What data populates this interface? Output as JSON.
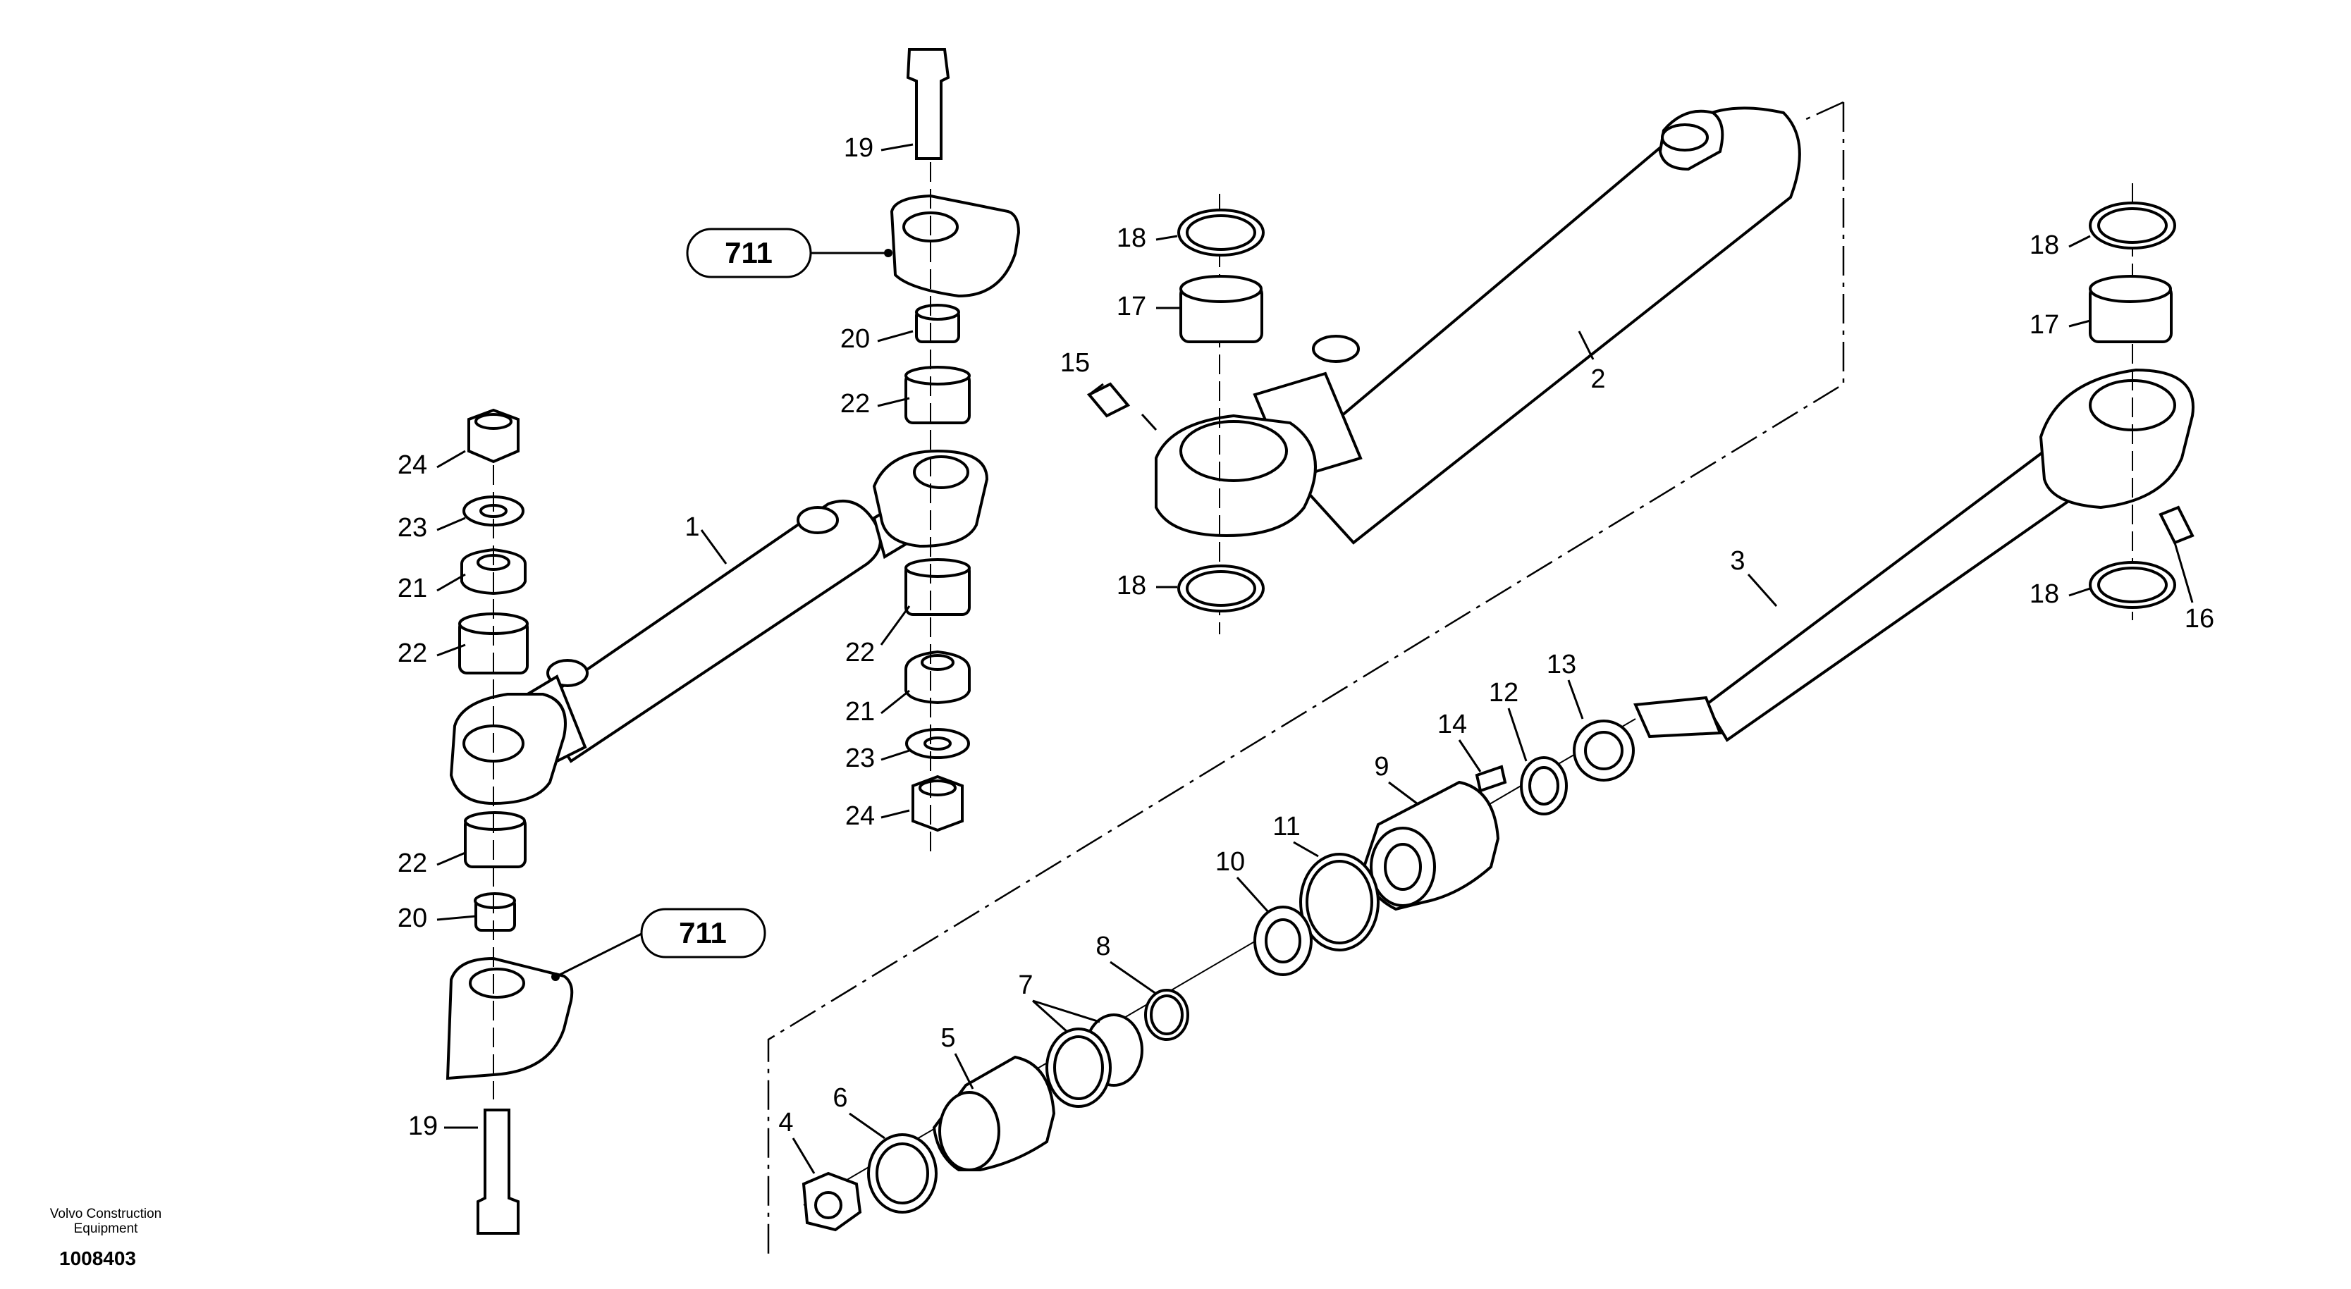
{
  "footer": {
    "brand": "Volvo Construction Equipment",
    "code": "1008403"
  },
  "refs": {
    "upper": "711",
    "lower": "711"
  },
  "callouts": {
    "c19a": "19",
    "c20a": "20",
    "c22a": "22",
    "c24a": "24",
    "c23a": "23",
    "c21a": "21",
    "c22b": "22",
    "c1": "1",
    "c22c": "22",
    "c21b": "21",
    "c23b": "23",
    "c24b": "24",
    "c22d": "22",
    "c20b": "20",
    "c19b": "19",
    "c18a": "18",
    "c17a": "17",
    "c15": "15",
    "c18b": "18",
    "c2": "2",
    "c18c": "18",
    "c17b": "17",
    "c18d": "18",
    "c16": "16",
    "c3": "3",
    "c13": "13",
    "c12": "12",
    "c14": "14",
    "c9": "9",
    "c11": "11",
    "c10": "10",
    "c8": "8",
    "c7": "7",
    "c5": "5",
    "c6": "6",
    "c4": "4"
  }
}
